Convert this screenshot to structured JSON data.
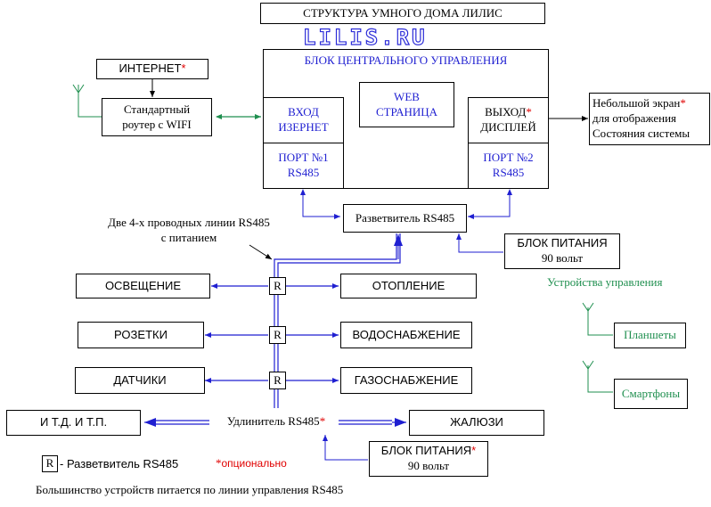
{
  "title": "СТРУКТУРА УМНОГО ДОМА ЛИЛИС",
  "logo_text": "LILIS.RU",
  "internet": "ИНТЕРНЕТ",
  "router": {
    "line1": "Стандартный",
    "line2": "роутер с WIFI"
  },
  "central": {
    "title": "БЛОК ЦЕНТРАЛЬНОГО УПРАВЛЕНИЯ",
    "input": {
      "line1": "ВХОД",
      "line2": "ИЗЕРНЕТ"
    },
    "web": {
      "line1": "WEB",
      "line2": "СТРАНИЦА"
    },
    "output": {
      "line1": "ВЫХОД",
      "line2": "ДИСПЛЕЙ"
    },
    "port1": {
      "line1": "ПОРТ №1",
      "line2": "RS485"
    },
    "port2": {
      "line1": "ПОРТ №2",
      "line2": "RS485"
    }
  },
  "display": {
    "line1": "Небольшой экран",
    "line2": "для отображения",
    "line3": "Состояния системы"
  },
  "splitter_main": "Разветвитель RS485",
  "power_main": {
    "line1": "БЛОК ПИТАНИЯ",
    "line2": "90 вольт"
  },
  "lines_note": {
    "line1": "Две 4-х проводных линии RS485",
    "line2": "с питанием"
  },
  "devices_title": "Устройства управления",
  "tablets": "Планшеты",
  "phones": "Смартфоны",
  "lighting": "ОСВЕЩЕНИЕ",
  "heating": "ОТОПЛЕНИЕ",
  "sockets": "РОЗЕТКИ",
  "water": "ВОДОСНАБЖЕНИЕ",
  "sensors": "ДАТЧИКИ",
  "gas": "ГАЗОСНАБЖЕНИЕ",
  "etc": "И Т.Д. И Т.П.",
  "extender": "Удлинитель RS485",
  "blinds": "ЖАЛЮЗИ",
  "power_ext": {
    "line1": "БЛОК ПИТАНИЯ",
    "line2": "90 вольт"
  },
  "r_symbol": "R",
  "legend_r": "- Разветвитель RS485",
  "optional_star": "*",
  "optional_text": "опционально",
  "footer": "Большинство устройств питается по линии управления RS485",
  "colors": {
    "blue": "#1f1fd1",
    "green": "#1f8f4f",
    "red": "#e00000",
    "line": "#000000"
  }
}
